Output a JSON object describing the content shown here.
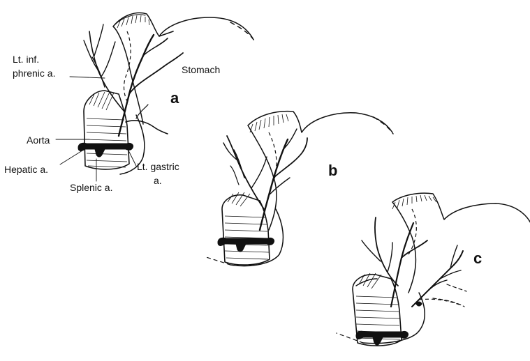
{
  "labels": {
    "lt_inf_phrenic_line1": "Lt. inf.",
    "lt_inf_phrenic_line2": "phrenic a.",
    "stomach": "Stomach",
    "aorta": "Aorta",
    "hepatic": "Hepatic a.",
    "splenic": "Splenic a.",
    "lt_gastric_line1": "Lt. gastric",
    "lt_gastric_line2": "a."
  },
  "panels": {
    "a": "a",
    "b": "b",
    "c": "c"
  }
}
